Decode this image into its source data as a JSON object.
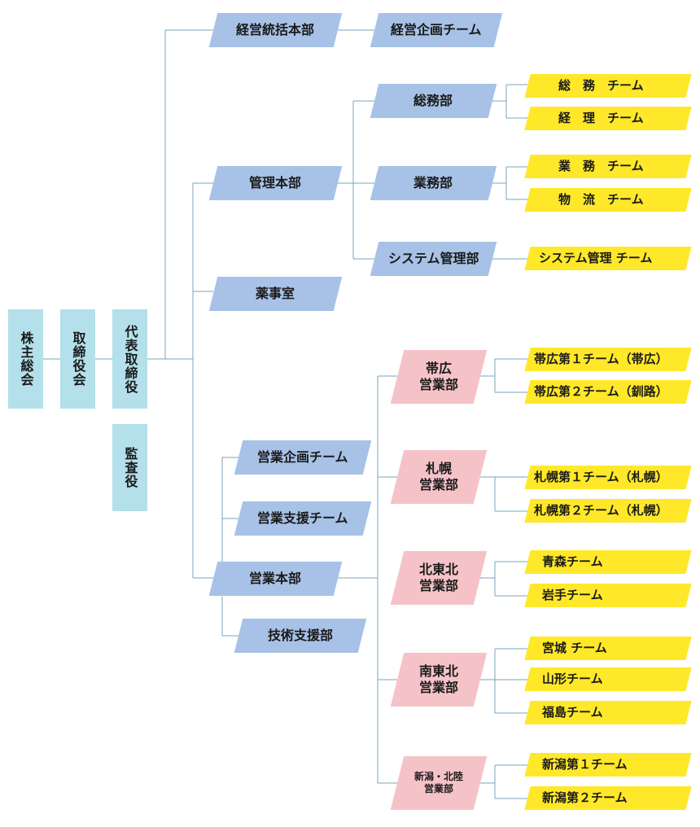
{
  "top": {
    "shareholders": "株主総会",
    "board": "取締役会",
    "president": "代表取締役",
    "auditor": "監査役"
  },
  "hq": {
    "keiei": "経営統括本部",
    "kanri": "管理本部",
    "yakuji": "薬事室",
    "eigyo": "営業本部"
  },
  "depts": {
    "keiei_kikaku": "経営企画チーム",
    "somu": "総務部",
    "gyomu": "業務部",
    "system": "システム管理部",
    "eigyo_kikaku": "営業企画チーム",
    "eigyo_shien": "営業支援チーム",
    "gijutsu": "技術支援部"
  },
  "sales_offices": {
    "obihiro": "帯広\n営業部",
    "sapporo": "札幌\n営業部",
    "hokutohoku": "北東北\n営業部",
    "nantohoku": "南東北\n営業部",
    "niigata": "新潟・北陸\n営業部"
  },
  "teams": {
    "somu_team": "総　務　チーム",
    "keiri_team": "経　理　チーム",
    "gyomu_team": "業　務　チーム",
    "butsuryu_team": "物　流　チーム",
    "system_team": "システム管理 チーム",
    "obihiro1": "帯広第１チーム（帯広）",
    "obihiro2": "帯広第２チーム（釧路）",
    "sapporo1": "札幌第１チーム（札幌）",
    "sapporo2": "札幌第２チーム（札幌）",
    "aomori": "青森チーム",
    "iwate": "岩手チーム",
    "miyagi": "宮城 チーム",
    "yamagata": "山形チーム",
    "fukushima": "福島チーム",
    "niigata1": "新潟第１チーム",
    "niigata2": "新潟第２チーム"
  },
  "colors": {
    "top_level": "#b3e0ea",
    "headquarters": "#a7c2e6",
    "sales_office": "#f5c3c7",
    "team": "#ffe829",
    "connector": "#7aa6bd"
  }
}
